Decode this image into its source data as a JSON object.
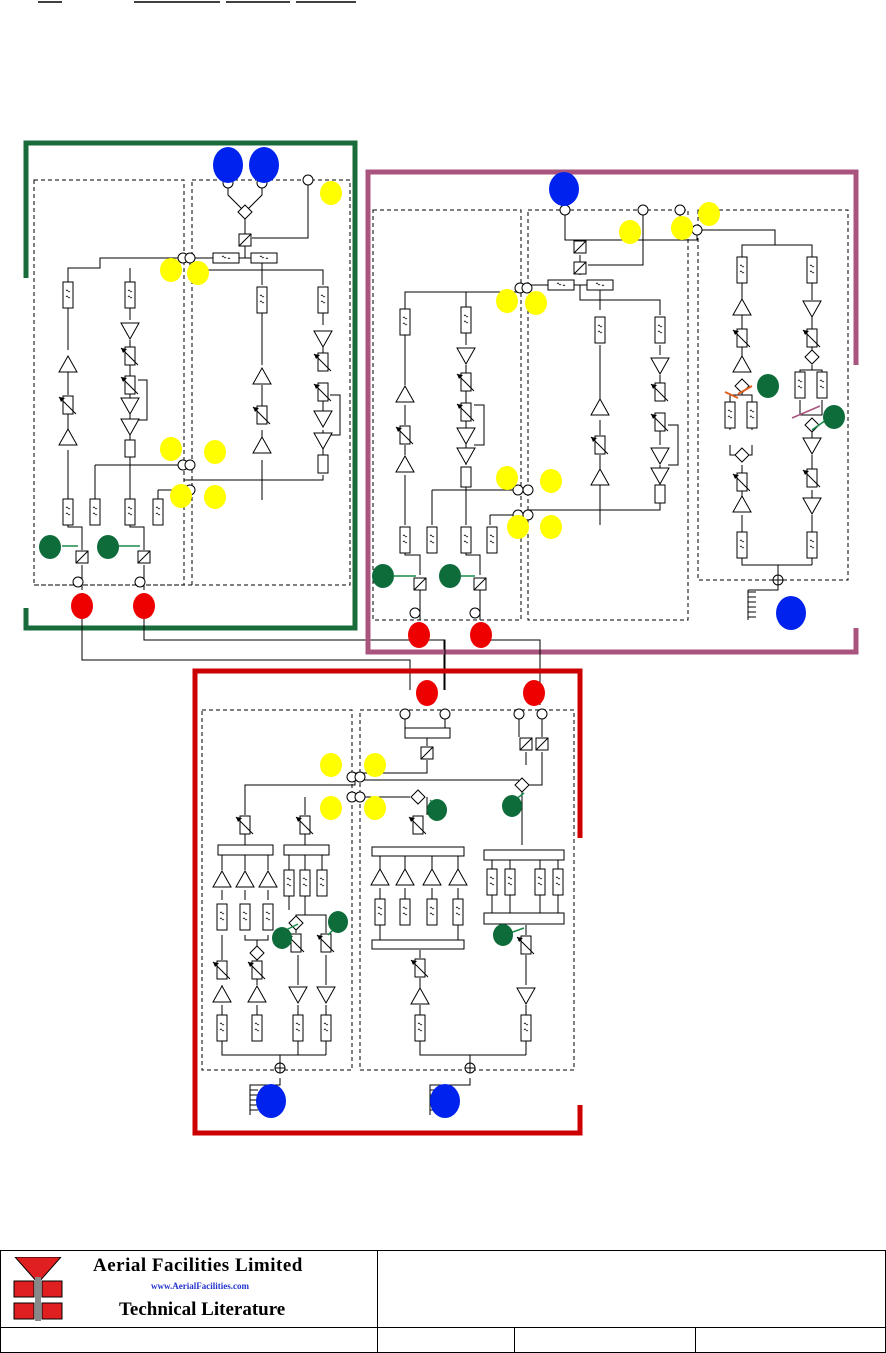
{
  "header": {
    "top_rule_segments": 4
  },
  "diagram": {
    "colors": {
      "green_group": "#1a6b3c",
      "purple_group": "#a8547e",
      "red_group": "#cc0000",
      "blue_port": "#0022ee",
      "red_port": "#ee0000",
      "yellow_marker": "#ffff00",
      "green_marker": "#0e6b3a",
      "line": "#000000"
    },
    "groups": [
      {
        "name": "green-group",
        "color": "green"
      },
      {
        "name": "purple-group",
        "color": "purple"
      },
      {
        "name": "red-group",
        "color": "red"
      }
    ]
  },
  "footer": {
    "company": "Aerial Facilities Limited",
    "website": "www.AerialFacilities.com",
    "subtitle": "Technical Literature",
    "logo_colors": {
      "red": "#e02020",
      "black": "#000000"
    }
  }
}
